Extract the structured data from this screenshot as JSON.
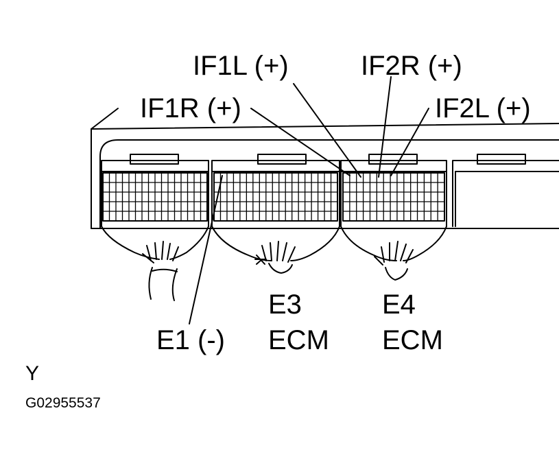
{
  "labels": {
    "if1l": "IF1L (+)",
    "if2r": "IF2R (+)",
    "if1r": "IF1R (+)",
    "if2l": "IF2L (+)",
    "e1": "E1  (-)",
    "e3_code": "E3",
    "e3_name": "ECM",
    "e4_code": "E4",
    "e4_name": "ECM"
  },
  "corner_mark": "Y",
  "figure_id": "G02955537",
  "colors": {
    "line": "#000000",
    "background": "#ffffff"
  }
}
